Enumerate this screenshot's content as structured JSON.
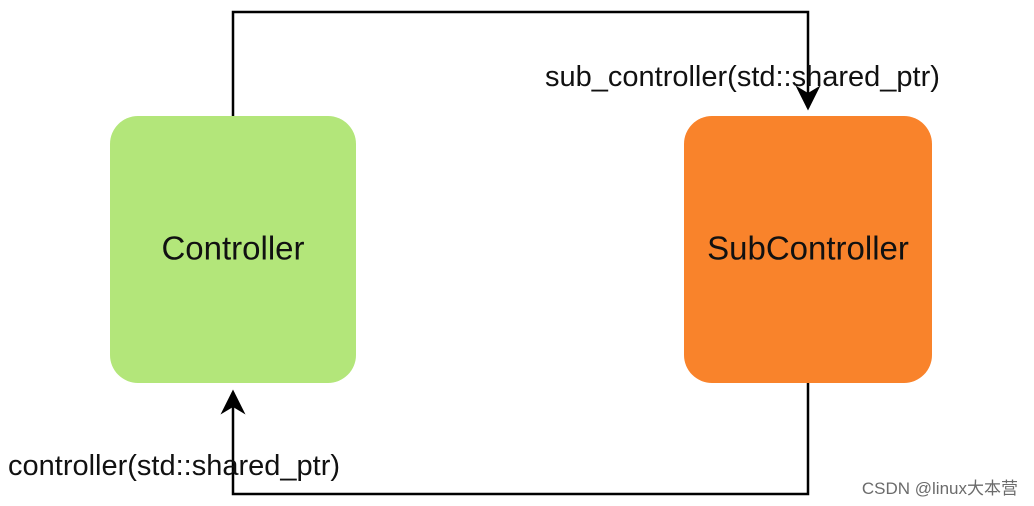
{
  "nodes": {
    "controller": {
      "label": "Controller",
      "fill": "#b3e67a",
      "text_color": "#111111"
    },
    "sub_controller": {
      "label": "SubController",
      "fill": "#f9832b",
      "text_color": "#111111"
    }
  },
  "edges": {
    "to_sub_controller": {
      "label": "sub_controller(std::shared_ptr)"
    },
    "to_controller": {
      "label": "controller(std::shared_ptr)"
    }
  },
  "colors": {
    "line": "#000000",
    "watermark": "#6b6b6b"
  },
  "watermark": {
    "text": "CSDN @linux大本营"
  }
}
